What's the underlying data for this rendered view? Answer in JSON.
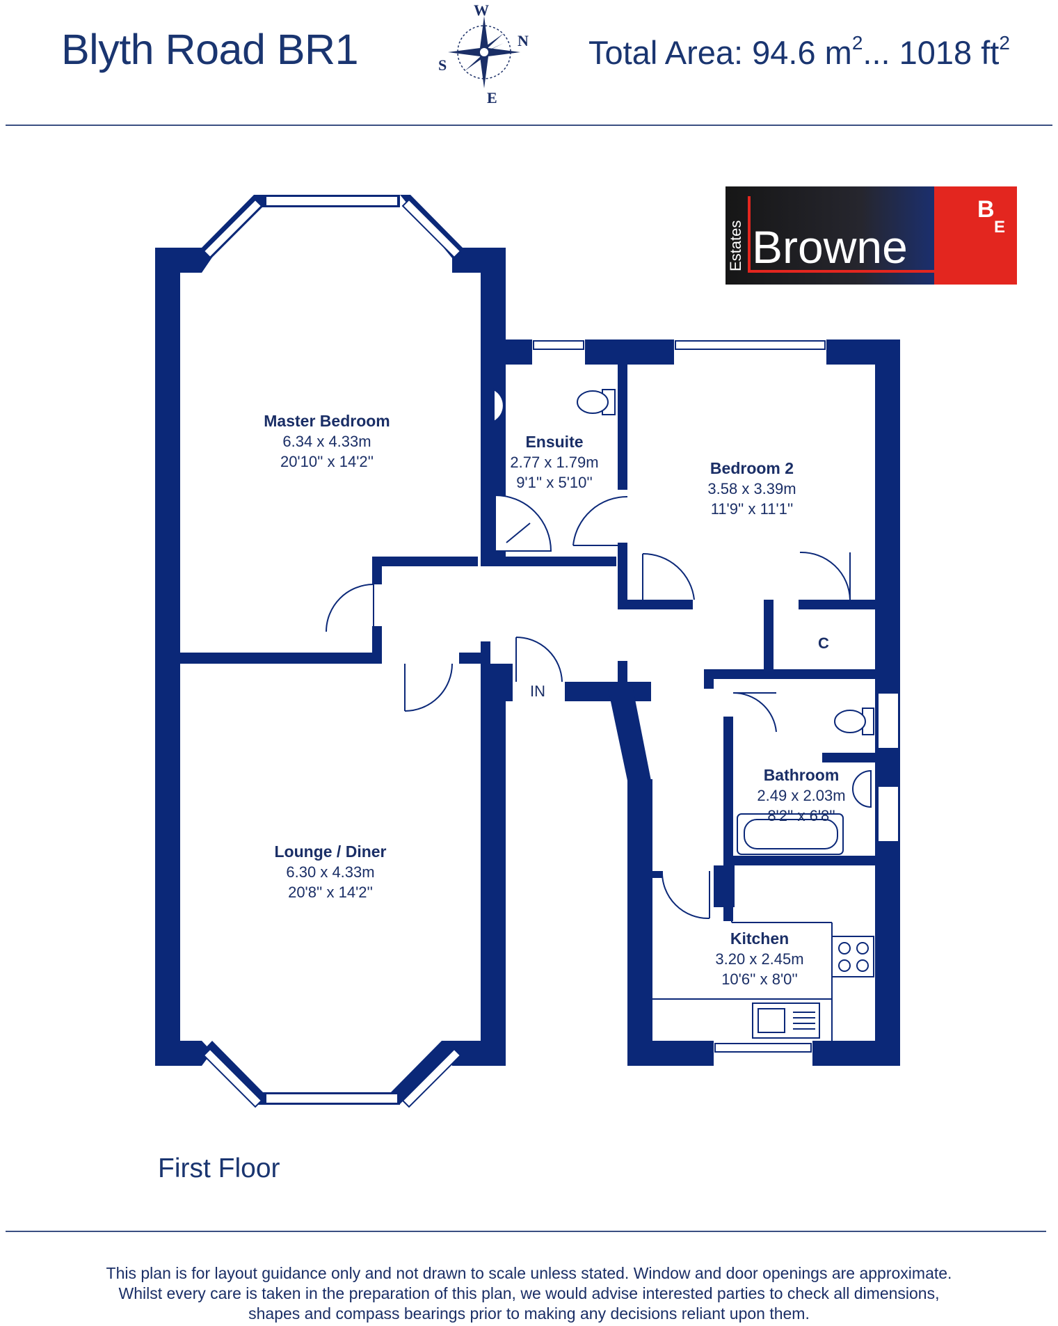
{
  "header": {
    "title": "Blyth Road BR1",
    "total_area_prefix": "Total Area: 94.6 m",
    "total_area_sup1": "2",
    "total_area_middle": "... 1018 ft",
    "total_area_sup2": "2"
  },
  "compass": {
    "north": "N",
    "south": "S",
    "east": "E",
    "west": "W",
    "icon": "compass-rose-icon"
  },
  "logo": {
    "small_text": "Estates",
    "brand": "Browne",
    "monogram_top": "B",
    "monogram_bottom": "E",
    "colors": {
      "dark": "#1b1b22",
      "navy": "#1b2f6e",
      "red": "#e3261f"
    }
  },
  "rooms": [
    {
      "id": "master-bedroom",
      "name": "Master Bedroom",
      "metric": "6.34 x 4.33m",
      "imperial": "20'10'' x 14'2''"
    },
    {
      "id": "ensuite",
      "name": "Ensuite",
      "metric": "2.77 x 1.79m",
      "imperial": "9'1'' x 5'10''"
    },
    {
      "id": "bedroom-2",
      "name": "Bedroom 2",
      "metric": "3.58 x 3.39m",
      "imperial": "11'9'' x 11'1''"
    },
    {
      "id": "lounge-diner",
      "name": "Lounge / Diner",
      "metric": "6.30 x 4.33m",
      "imperial": "20'8'' x 14'2''"
    },
    {
      "id": "bathroom",
      "name": "Bathroom",
      "metric": "2.49 x 2.03m",
      "imperial": "8'2'' x 6'8''"
    },
    {
      "id": "kitchen",
      "name": "Kitchen",
      "metric": "3.20 x 2.45m",
      "imperial": "10'6'' x 8'0''"
    }
  ],
  "labels": {
    "entrance": "IN",
    "cupboard": "C",
    "floor": "First Floor"
  },
  "disclaimer": [
    "This plan is for layout guidance only and not drawn to scale unless stated. Window and door openings are approximate.",
    "Whilst every care is taken in the preparation of this plan, we would advise interested parties to check all dimensions,",
    "shapes and compass bearings prior to making any decisions reliant upon them."
  ],
  "colors": {
    "wall": "#0b2878",
    "text": "#1a2e66",
    "rule": "#3a4f82"
  }
}
